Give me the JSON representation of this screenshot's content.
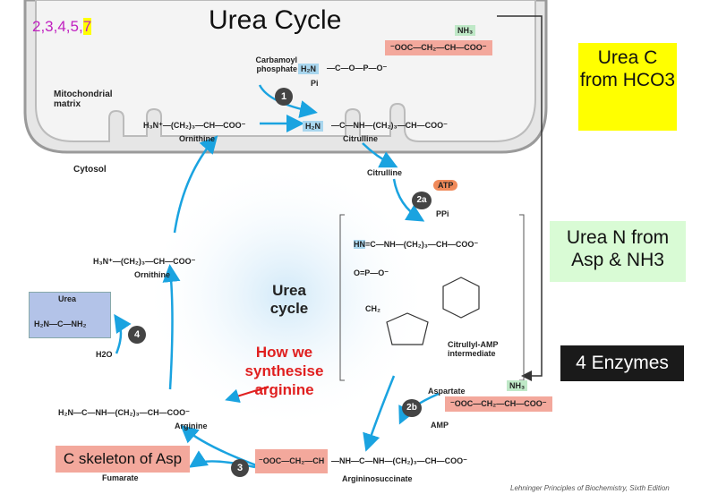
{
  "title": "Urea Cycle",
  "step_note": {
    "prefix": "2,3,4,5,",
    "highlight": "7"
  },
  "compartments": {
    "matrix": "Mitochondrial matrix",
    "cytosol": "Cytosol"
  },
  "center_label": "Urea cycle",
  "annotation": "How we synthesise arginine",
  "boxes": {
    "urea_c": "Urea C from HCO3",
    "urea_n": "Urea N from Asp & NH3",
    "enzymes": "4 Enzymes",
    "c_skeleton": "C skeleton of Asp"
  },
  "molecules": {
    "carbamoyl": "Carbamoyl phosphate",
    "ornithine": "Ornithine",
    "citrulline": "Citrulline",
    "citrullyl_amp": "Citrullyl-AMP intermediate",
    "argininosuccinate": "Argininosuccinate",
    "arginine": "Arginine",
    "urea": "Urea",
    "fumarate": "Fumarate",
    "aspartate": "Aspartate"
  },
  "small_labels": {
    "pi": "Pi",
    "atp": "ATP",
    "ppi": "PPi",
    "amp": "AMP",
    "h2o": "H2O"
  },
  "steps": [
    "1",
    "2a",
    "2b",
    "3",
    "4"
  ],
  "credit": "Lehninger Principles of Biochemistry, Sixth Edition"
}
